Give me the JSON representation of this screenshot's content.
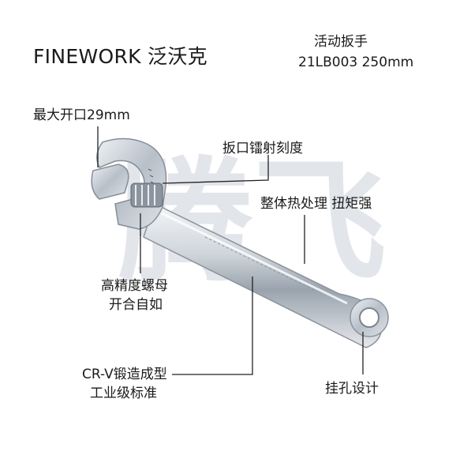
{
  "brand": {
    "title": "FINEWORK 泛沃克"
  },
  "product": {
    "name": "活动扳手",
    "model_size": "21LB003   250mm"
  },
  "callouts": {
    "max_opening": "最大开口29mm",
    "laser_scale": "扳口镭射刻度",
    "heat_treatment": "整体热处理 扭矩强",
    "nut_line1": "高精度螺母",
    "nut_line2": "开合自如",
    "crv_line1": "CR-V锻造成型",
    "crv_line2": "工业级标准",
    "hang_hole": "挂孔设计"
  },
  "watermark": {
    "text": "腾飞"
  },
  "colors": {
    "text": "#1a1a1a",
    "leader": "#222222",
    "steel": "#c9cfd6",
    "watermark": "#d9dde2"
  }
}
